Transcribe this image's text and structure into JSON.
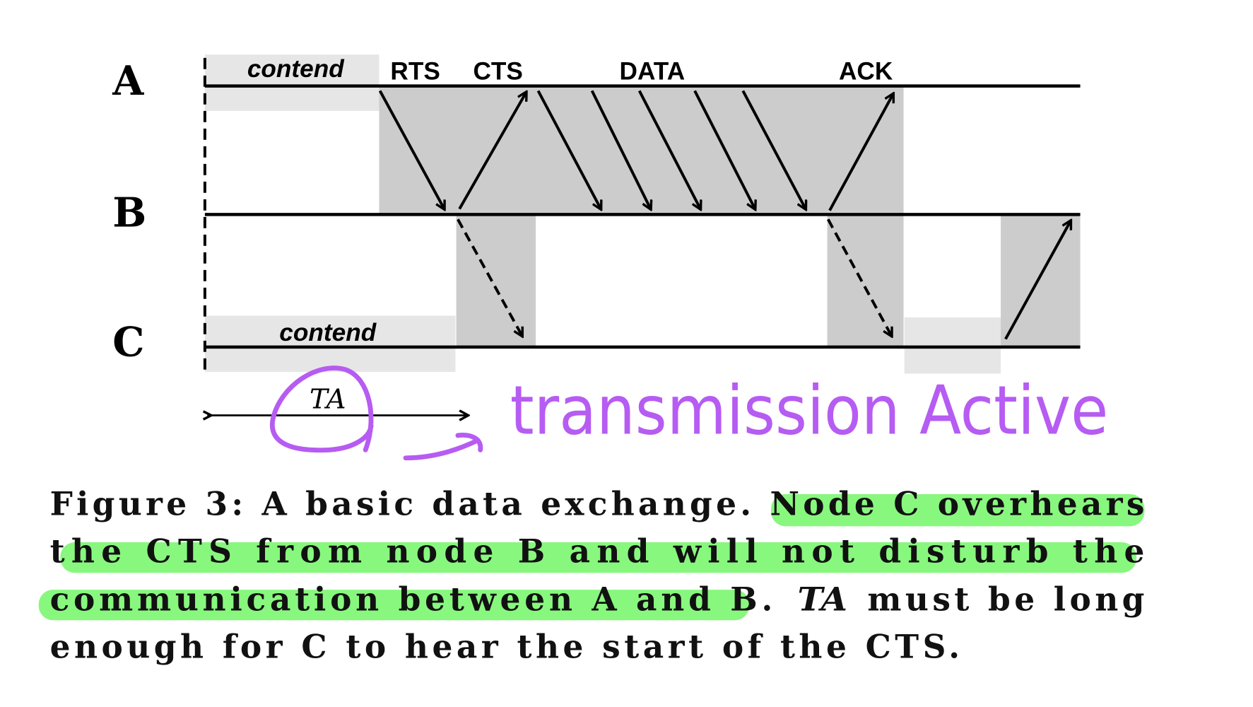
{
  "figure": {
    "nodes": [
      "A",
      "B",
      "C"
    ],
    "labels": {
      "contend_a": "contend",
      "rts": "RTS",
      "cts": "CTS",
      "data": "DATA",
      "ack": "ACK",
      "contend_c": "contend",
      "ta": "TA"
    },
    "colors": {
      "dark_gray": "#cccccc",
      "light_gray": "#e6e6e6",
      "highlight": "#88f77e",
      "annotation": "#b65cf2"
    }
  },
  "annotation": {
    "text": "transmission Active"
  },
  "caption": {
    "line1": "Figure 3: A basic data exchange. Node C overhears",
    "line2": "the CTS from node B and will not disturb the",
    "line3a": "communication between A and B.",
    "line3b": "TA",
    "line3c": "must be long",
    "line4": "enough for C to hear the start of the CTS."
  }
}
